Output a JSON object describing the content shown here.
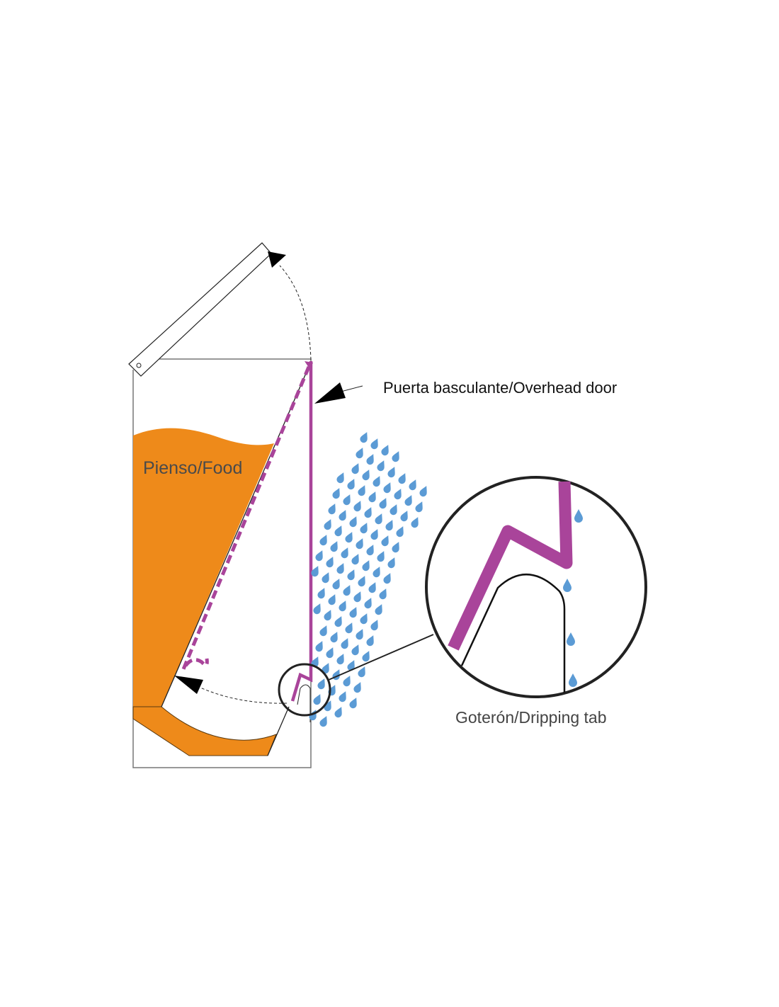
{
  "labels": {
    "door": "Puerta basculante/Overhead door",
    "food": "Pienso/Food",
    "tab": "Goterón/Dripping tab"
  },
  "colors": {
    "food": "#ee8a1a",
    "door": "#a9449a",
    "water": "#5b9bd5",
    "outline": "#222222"
  },
  "icons": [
    "raindrop-icon",
    "arrowhead-icon"
  ]
}
